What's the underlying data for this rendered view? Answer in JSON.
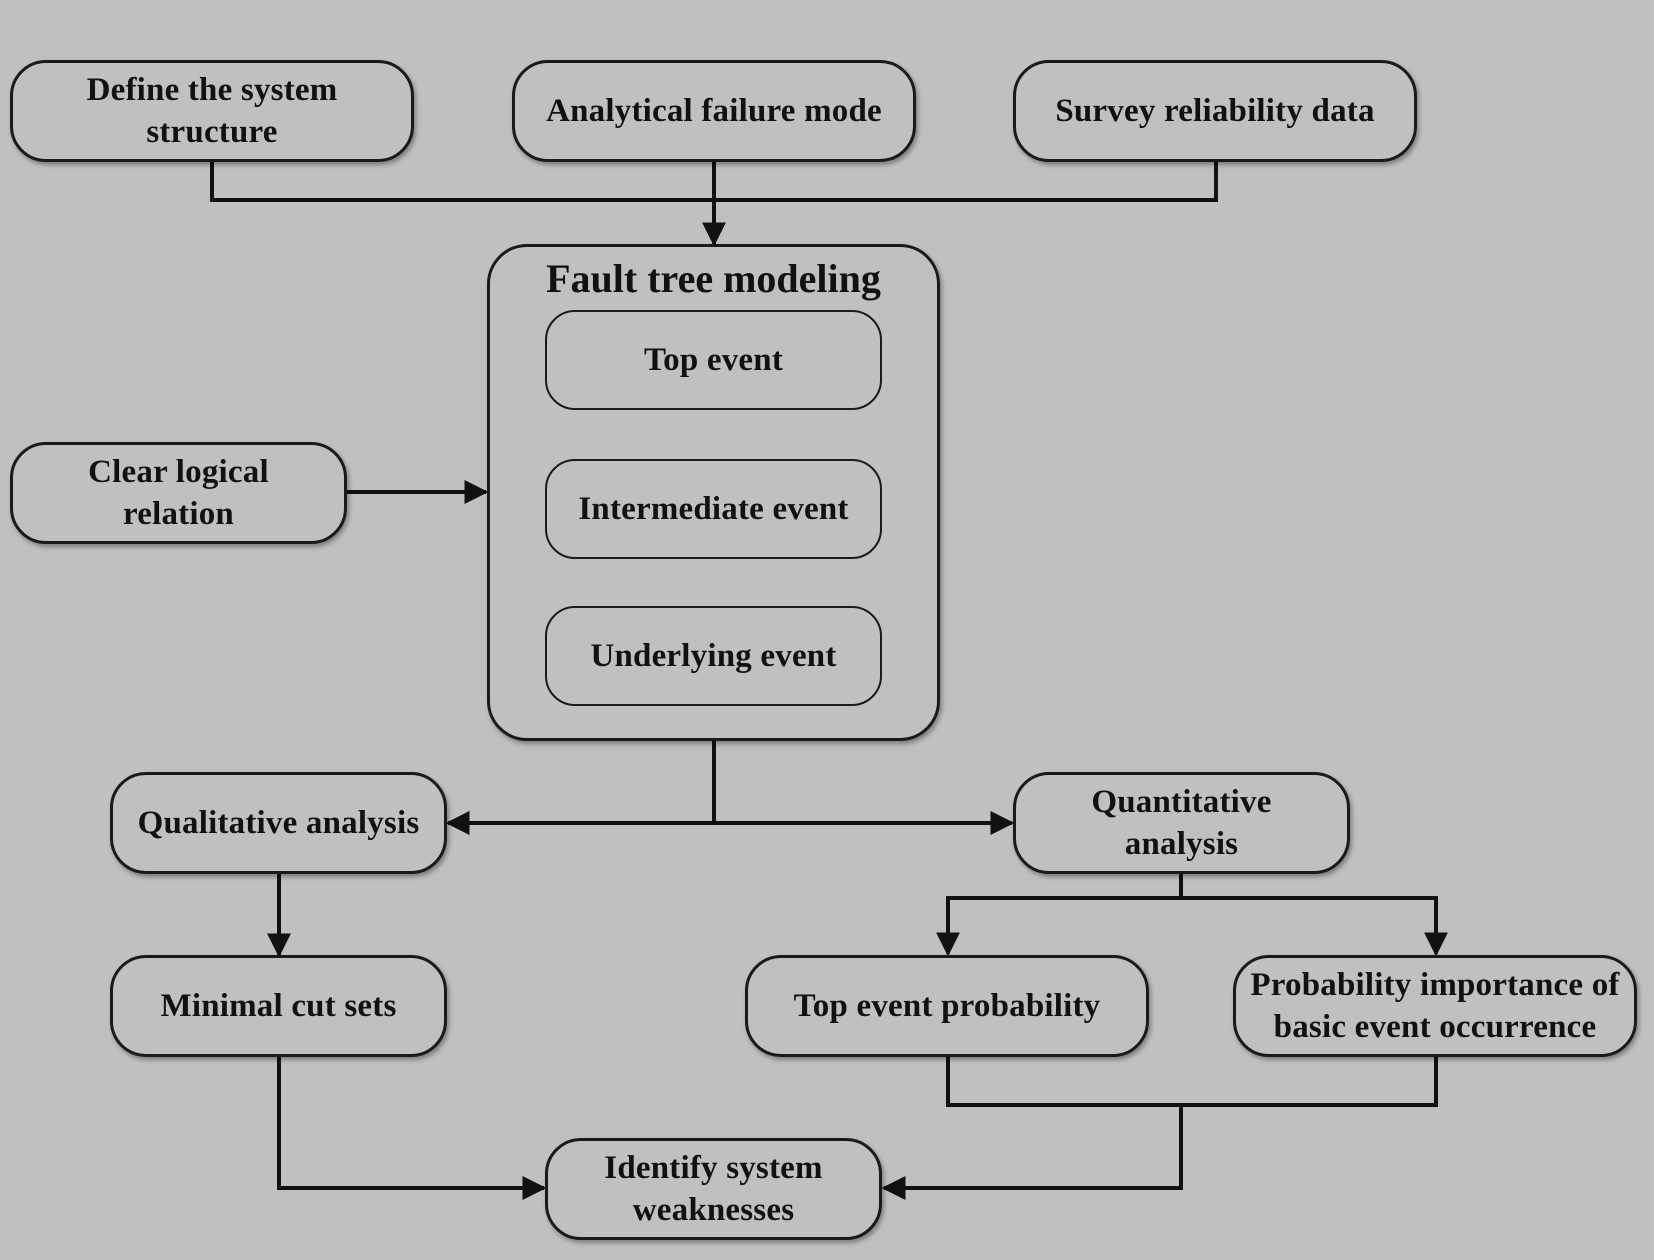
{
  "nodes": {
    "define_structure": "Define the system structure",
    "failure_mode": "Analytical failure mode",
    "reliability_data": "Survey reliability data",
    "fault_tree": "Fault tree modeling",
    "top_event": "Top event",
    "intermediate_event": "Intermediate event",
    "underlying_event": "Underlying event",
    "logical_relation": "Clear logical relation",
    "qualitative": "Qualitative analysis",
    "quantitative": "Quantitative analysis",
    "min_cut_sets": "Minimal cut sets",
    "top_prob": "Top event probability",
    "prob_importance": "Probability importance of basic event occurrence",
    "weaknesses": "Identify system weaknesses"
  }
}
